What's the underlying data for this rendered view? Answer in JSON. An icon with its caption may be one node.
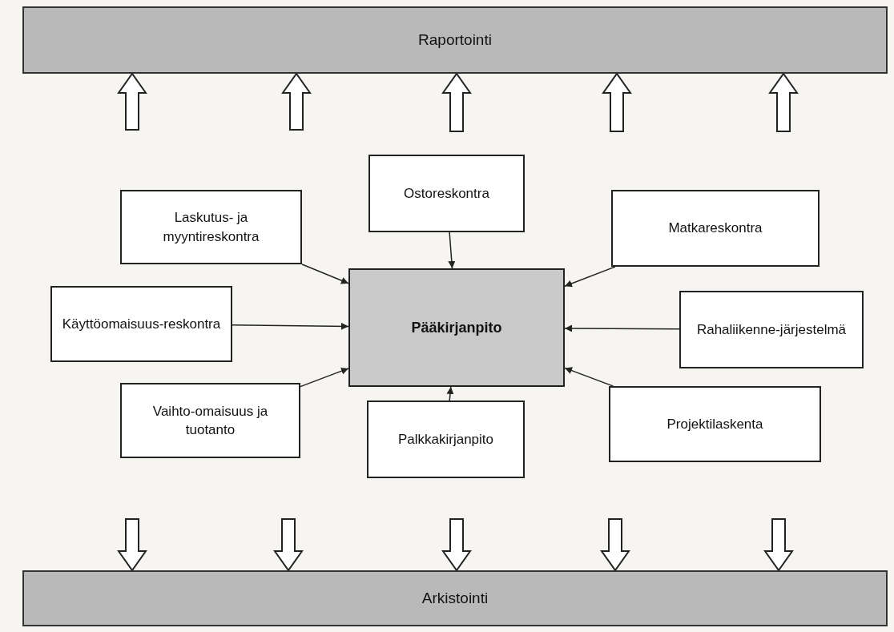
{
  "diagram": {
    "nodes": [
      {
        "text": [
          "Raportointi"
        ]
      },
      {
        "text": [
          "Ostoreskontra"
        ]
      },
      {
        "text": [
          "Laskutus- ja myyntireskontra"
        ]
      },
      {
        "text": [
          "Matkareskontra"
        ]
      },
      {
        "text": [
          "Käyttöomaisuus-reskontra"
        ]
      },
      {
        "text": [
          "Pääkirjanpito"
        ]
      },
      {
        "text": [
          "Rahaliikenne-järjestelmä"
        ]
      },
      {
        "text": [
          "Vaihto-omaisuus ja tuotanto"
        ]
      },
      {
        "text": [
          "Projektilaskenta"
        ]
      },
      {
        "text": [
          "Palkkakirjanpito"
        ]
      },
      {
        "text": [
          "Arkistointi"
        ]
      }
    ],
    "edges": [
      {
        "from": 1,
        "to": 5,
        "arrow": "to"
      },
      {
        "from": 2,
        "to": 5,
        "arrow": "to"
      },
      {
        "from": 3,
        "to": 5,
        "arrow": "to"
      },
      {
        "from": 4,
        "to": 5,
        "arrow": "to"
      },
      {
        "from": 6,
        "to": 5,
        "arrow": "to"
      },
      {
        "from": 7,
        "to": 5,
        "arrow": "to"
      },
      {
        "from": 8,
        "to": 5,
        "arrow": "to"
      },
      {
        "from": 9,
        "to": 5,
        "arrow": "to"
      },
      {
        "from": null,
        "to": 0,
        "arrow": "to",
        "style": "thick"
      },
      {
        "from": null,
        "to": 0,
        "arrow": "to",
        "style": "thick"
      },
      {
        "from": null,
        "to": 0,
        "arrow": "to",
        "style": "thick"
      },
      {
        "from": null,
        "to": 0,
        "arrow": "to",
        "style": "thick"
      },
      {
        "from": null,
        "to": 0,
        "arrow": "to",
        "style": "thick"
      },
      {
        "from": null,
        "to": 10,
        "arrow": "to",
        "style": "thick"
      },
      {
        "from": null,
        "to": 10,
        "arrow": "to",
        "style": "thick"
      },
      {
        "from": null,
        "to": 10,
        "arrow": "to",
        "style": "thick"
      },
      {
        "from": null,
        "to": 10,
        "arrow": "to",
        "style": "thick"
      },
      {
        "from": null,
        "to": 10,
        "arrow": "to",
        "style": "thick"
      }
    ]
  }
}
